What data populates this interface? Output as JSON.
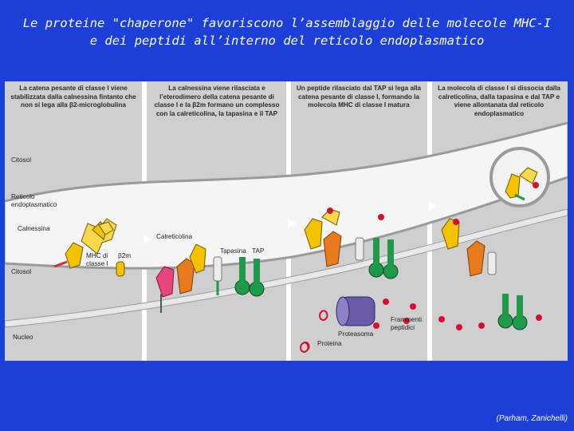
{
  "title": {
    "line1": "Le proteine \"chaperone\" favoriscono l’assemblaggio delle molecole MHC-I",
    "line2": "e dei peptidi all’interno del reticolo endoplasmatico"
  },
  "panels": [
    {
      "caption": "La catena pesante di classe I viene stabilizzata dalla calnessina fintanto che non si lega alla β2-microglobulina"
    },
    {
      "caption": "La calnessina viene rilasciata e l’eterodimero della catena pesante di classe I e la β2m formano un complesso con la calreticolina, la tapasina e il TAP"
    },
    {
      "caption": "Un peptide rilasciato dal TAP si lega alla catena pesante di classe I, formando la molecola MHC di classe I matura"
    },
    {
      "caption": "La molecola di classe I si dissocia dalla calreticolina, dalla tapasina e dal TAP e viene allontanata dal reticolo endoplasmatico"
    }
  ],
  "labels": {
    "citosol_top": "Citosol",
    "reticolo": "Reticolo endoplasmatico",
    "calnessina": "Calnessina",
    "citosol_bottom": "Citosol",
    "nucleo": "Nucleo",
    "mhc_label": "MHC di classe I",
    "b2m_label": "β2m",
    "calreticolina": "Calreticolina",
    "tapasina": "Tapasina",
    "tap": "TAP",
    "proteasoma": "Proteasoma",
    "proteina": "Proteina",
    "frammenti": "Frammenti peptidici"
  },
  "credit": "(Parham, Zanichelli)",
  "colors": {
    "background": "#1c3fd8",
    "figure": "#c9c9c9",
    "membrane": "#f2f2f2",
    "mhc": "#f4c200",
    "b2m": "#f4c200",
    "calnexin": "#f9d84a",
    "calreticulin": "#e87b1e",
    "tapasin": "#e8e8e8",
    "tap": "#1e9a4a",
    "peptide": "#d6102b",
    "proteasome": "#6a5aa8"
  }
}
